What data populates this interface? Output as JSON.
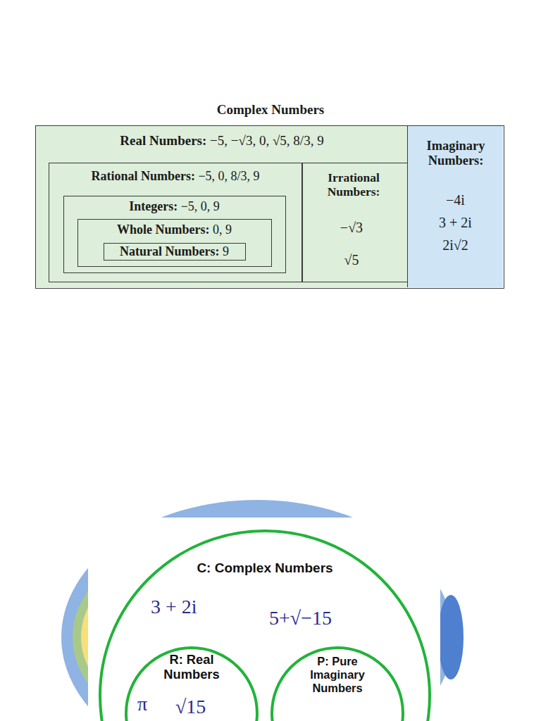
{
  "diagram": {
    "nodes": [
      {
        "text": [
          "Complex Numbers"
        ]
      },
      {
        "text": [
          "Real Numbers: −5, −√3, 0, √5, 8/3, 9"
        ],
        "in": 0
      },
      {
        "text": [
          "Rational Numbers: −5, 0, 8/3, 9"
        ],
        "in": 1
      },
      {
        "text": [
          "Integers: −5, 0, 9"
        ],
        "in": 2
      },
      {
        "text": [
          "Whole Numbers: 0, 9"
        ],
        "in": 3
      },
      {
        "text": [
          "Natural Numbers: 9"
        ],
        "in": 4
      },
      {
        "text": [
          "Irrational Numbers:",
          "−√3",
          "√5"
        ],
        "in": 1
      },
      {
        "text": [
          "Imaginary Numbers:",
          "−4i",
          "3 + 2i",
          "2i√2"
        ],
        "in": 0
      },
      {
        "text": [
          "C: Complex Numbers",
          "3 + 2i",
          "5+√−15"
        ]
      },
      {
        "text": [
          "R: Real Numbers",
          "π",
          "√15"
        ],
        "in": 8
      },
      {
        "text": [
          "P: Pure Imaginary Numbers"
        ],
        "in": 8
      }
    ]
  }
}
